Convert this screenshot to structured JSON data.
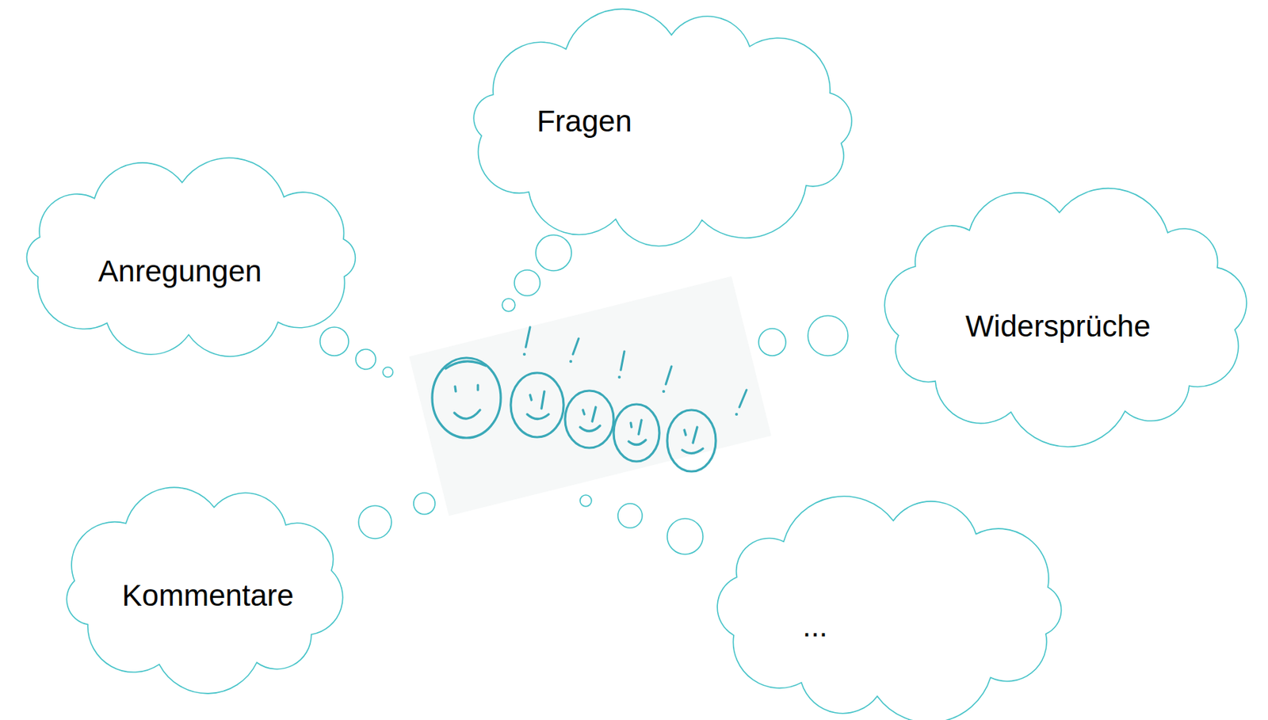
{
  "diagram": {
    "nodes": [
      {
        "text": [
          "Fragen"
        ]
      },
      {
        "text": [
          "Anregungen"
        ]
      },
      {
        "text": [
          "Widersprüche"
        ]
      },
      {
        "text": [
          "Kommentare"
        ]
      },
      {
        "text": [
          "..."
        ]
      }
    ]
  }
}
